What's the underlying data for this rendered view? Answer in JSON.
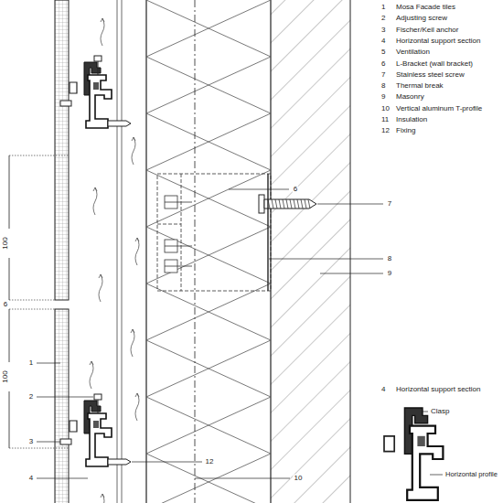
{
  "diagram": {
    "labels": [
      "1",
      "Mosa Facade tiles",
      "2",
      "Adjusting screw",
      "3",
      "Fischer/Keil anchor",
      "4",
      "Horizontal support section",
      "5",
      "Ventilation",
      "6",
      "L-Bracket (wall bracket)",
      "7",
      "Stainless steel screw",
      "8",
      "Thermal break",
      "9",
      "Masonry",
      "10",
      "Vertical aluminum T-profile",
      "11",
      "Insulation",
      "12",
      "Fixing",
      "100",
      "6",
      "100",
      "1",
      "2",
      "3",
      "4",
      "6",
      "7",
      "8",
      "9",
      "12",
      "10",
      "4",
      "Horizontal support section",
      "Clasp",
      "Horizontal profile"
    ]
  }
}
